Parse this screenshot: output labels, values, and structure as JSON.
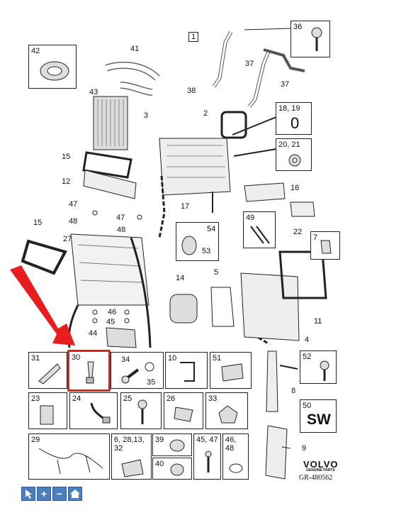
{
  "callouts": {
    "n1": "1",
    "n2": "2",
    "n3": "3",
    "n4": "4",
    "n5": "5",
    "n7": "7",
    "n8": "8",
    "n9": "9",
    "n11": "11",
    "n12": "12",
    "n14": "14",
    "n15a": "15",
    "n15b": "15",
    "n16": "16",
    "n17": "17",
    "n22": "22",
    "n27": "27",
    "n36": "36",
    "n37a": "37",
    "n37b": "37",
    "n38": "38",
    "n41": "41",
    "n42": "42",
    "n43": "43",
    "n44": "44",
    "n45": "45",
    "n46": "46",
    "n47a": "47",
    "n47b": "47",
    "n48a": "48",
    "n48b": "48",
    "n49": "49",
    "n52": "52",
    "n53": "53",
    "n54": "54",
    "n18_19": "18, 19",
    "n20_21": "20, 21",
    "n50": "50"
  },
  "grid_boxes": {
    "b31": "31",
    "b30": "30",
    "b34": "34",
    "b35": "35",
    "b10": "10",
    "b51": "51",
    "b23": "23",
    "b24": "24",
    "b25": "25",
    "b26": "26",
    "b33": "33",
    "b29": "29",
    "b6": "6, 28,13,\n32",
    "b39": "39",
    "b40": "40",
    "b45_47": "45, 47",
    "b46_48": "46,\n48"
  },
  "marks": {
    "zero": "0",
    "sw": "SW"
  },
  "brand": {
    "name": "VOLVO",
    "tagline": "GENUINE PARTS",
    "ref": "GR-480562"
  },
  "toolbar": {
    "select_icon": "select-icon",
    "zoom_in": "+",
    "zoom_out": "−",
    "home_icon": "home-icon"
  },
  "colors": {
    "highlight": "#e02020",
    "toolbar": "#4a7fc4"
  }
}
